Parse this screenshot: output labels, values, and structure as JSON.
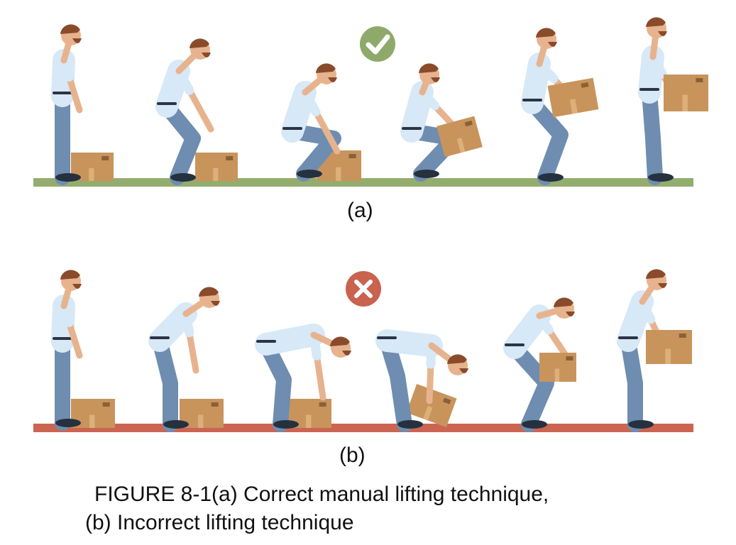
{
  "panels": [
    {
      "label": "(a)",
      "status_icon": "check-icon",
      "ground_color": "#93ad6e",
      "badge_color": "#8fa96a"
    },
    {
      "label": "(b)",
      "status_icon": "cross-icon",
      "ground_color": "#cc6452",
      "badge_color": "#c9624f"
    }
  ],
  "caption": {
    "line1": "FIGURE 8-1(a) Correct manual lifting technique,",
    "line2": "(b) Incorrect lifting technique"
  }
}
